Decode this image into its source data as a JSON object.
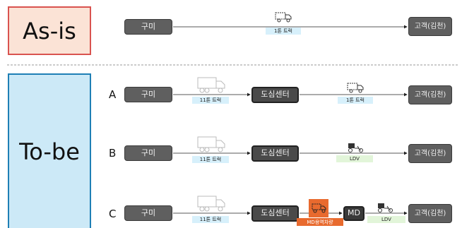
{
  "asis": {
    "label": "As-is",
    "fill": "#fbe3d6",
    "stroke": "#d9534f"
  },
  "tobe": {
    "label": "To-be",
    "fill": "#cce9f7",
    "stroke": "#1e7fb5"
  },
  "nodes": {
    "gumi": "구미",
    "customer": "고객(김천)",
    "center": "도심센터",
    "md": "MD"
  },
  "rows": {
    "a": "A",
    "b": "B",
    "c": "C"
  },
  "tags": {
    "t1ton": "1톤 트럭",
    "t11ton": "11톤 트럭",
    "ldv": "LDV",
    "md_vehicle": "MD용역차량"
  },
  "colors": {
    "light_blue_tag": "#d7f0fb",
    "light_green_tag": "#e2f5d9",
    "orange": "#e86a2e"
  }
}
